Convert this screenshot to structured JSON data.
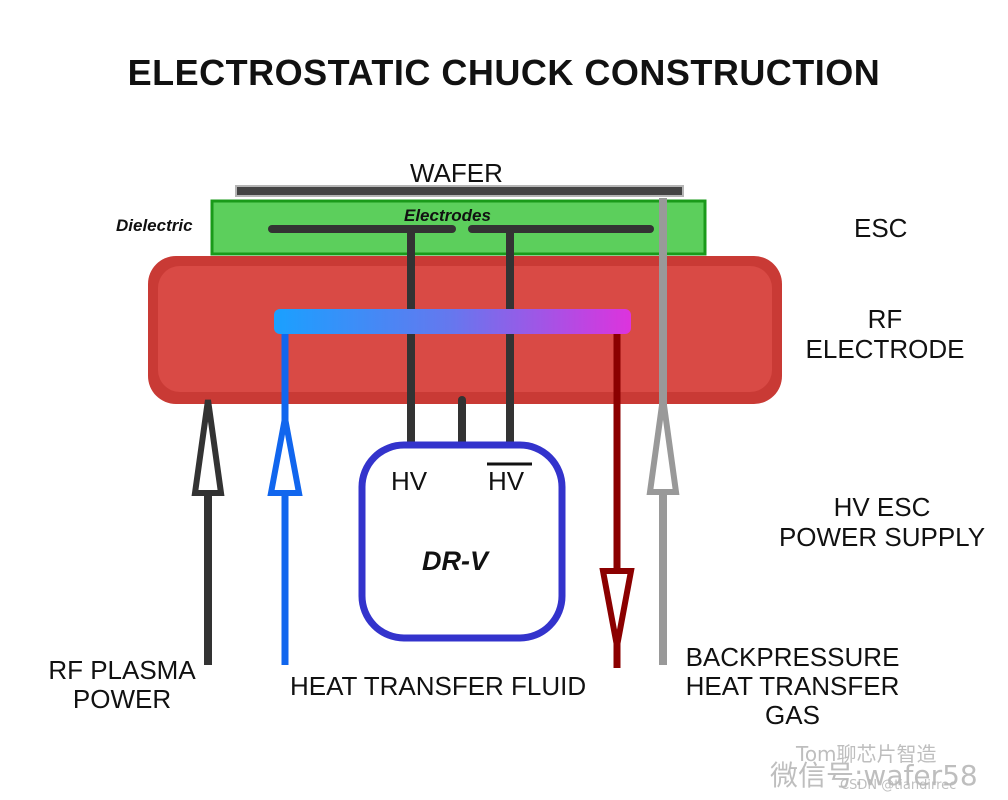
{
  "title": "ELECTROSTATIC CHUCK CONSTRUCTION",
  "labels": {
    "wafer": "WAFER",
    "electrodes": "Electrodes",
    "dielectric": "Dielectric",
    "esc": "ESC",
    "rf_electrode_line1": "RF",
    "rf_electrode_line2": "ELECTRODE",
    "hv_esc_line1": "HV ESC",
    "hv_esc_line2": "POWER SUPPLY",
    "rf_plasma_line1": "RF PLASMA",
    "rf_plasma_line2": "POWER",
    "heat_transfer_fluid": "HEAT TRANSFER FLUID",
    "backpressure_line1": "BACKPRESSURE",
    "backpressure_line2": "HEAT TRANSFER",
    "backpressure_line3": "GAS",
    "hv_left": "HV",
    "hv_right": "HV",
    "power_supply_name": "DR-V"
  },
  "watermark": {
    "line1": "Tom聊芯片智造",
    "line2": "微信号:wafer58",
    "line3": "CSDN @tiandirrec"
  },
  "colors": {
    "dielectric_green": "#5ccf5c",
    "rf_electrode_red": "#d94a45",
    "supply_blue": "#3333cc",
    "fluid_in_blue": "#1166ee",
    "fluid_out_red": "#8b0000",
    "gas_grey": "#999999"
  }
}
